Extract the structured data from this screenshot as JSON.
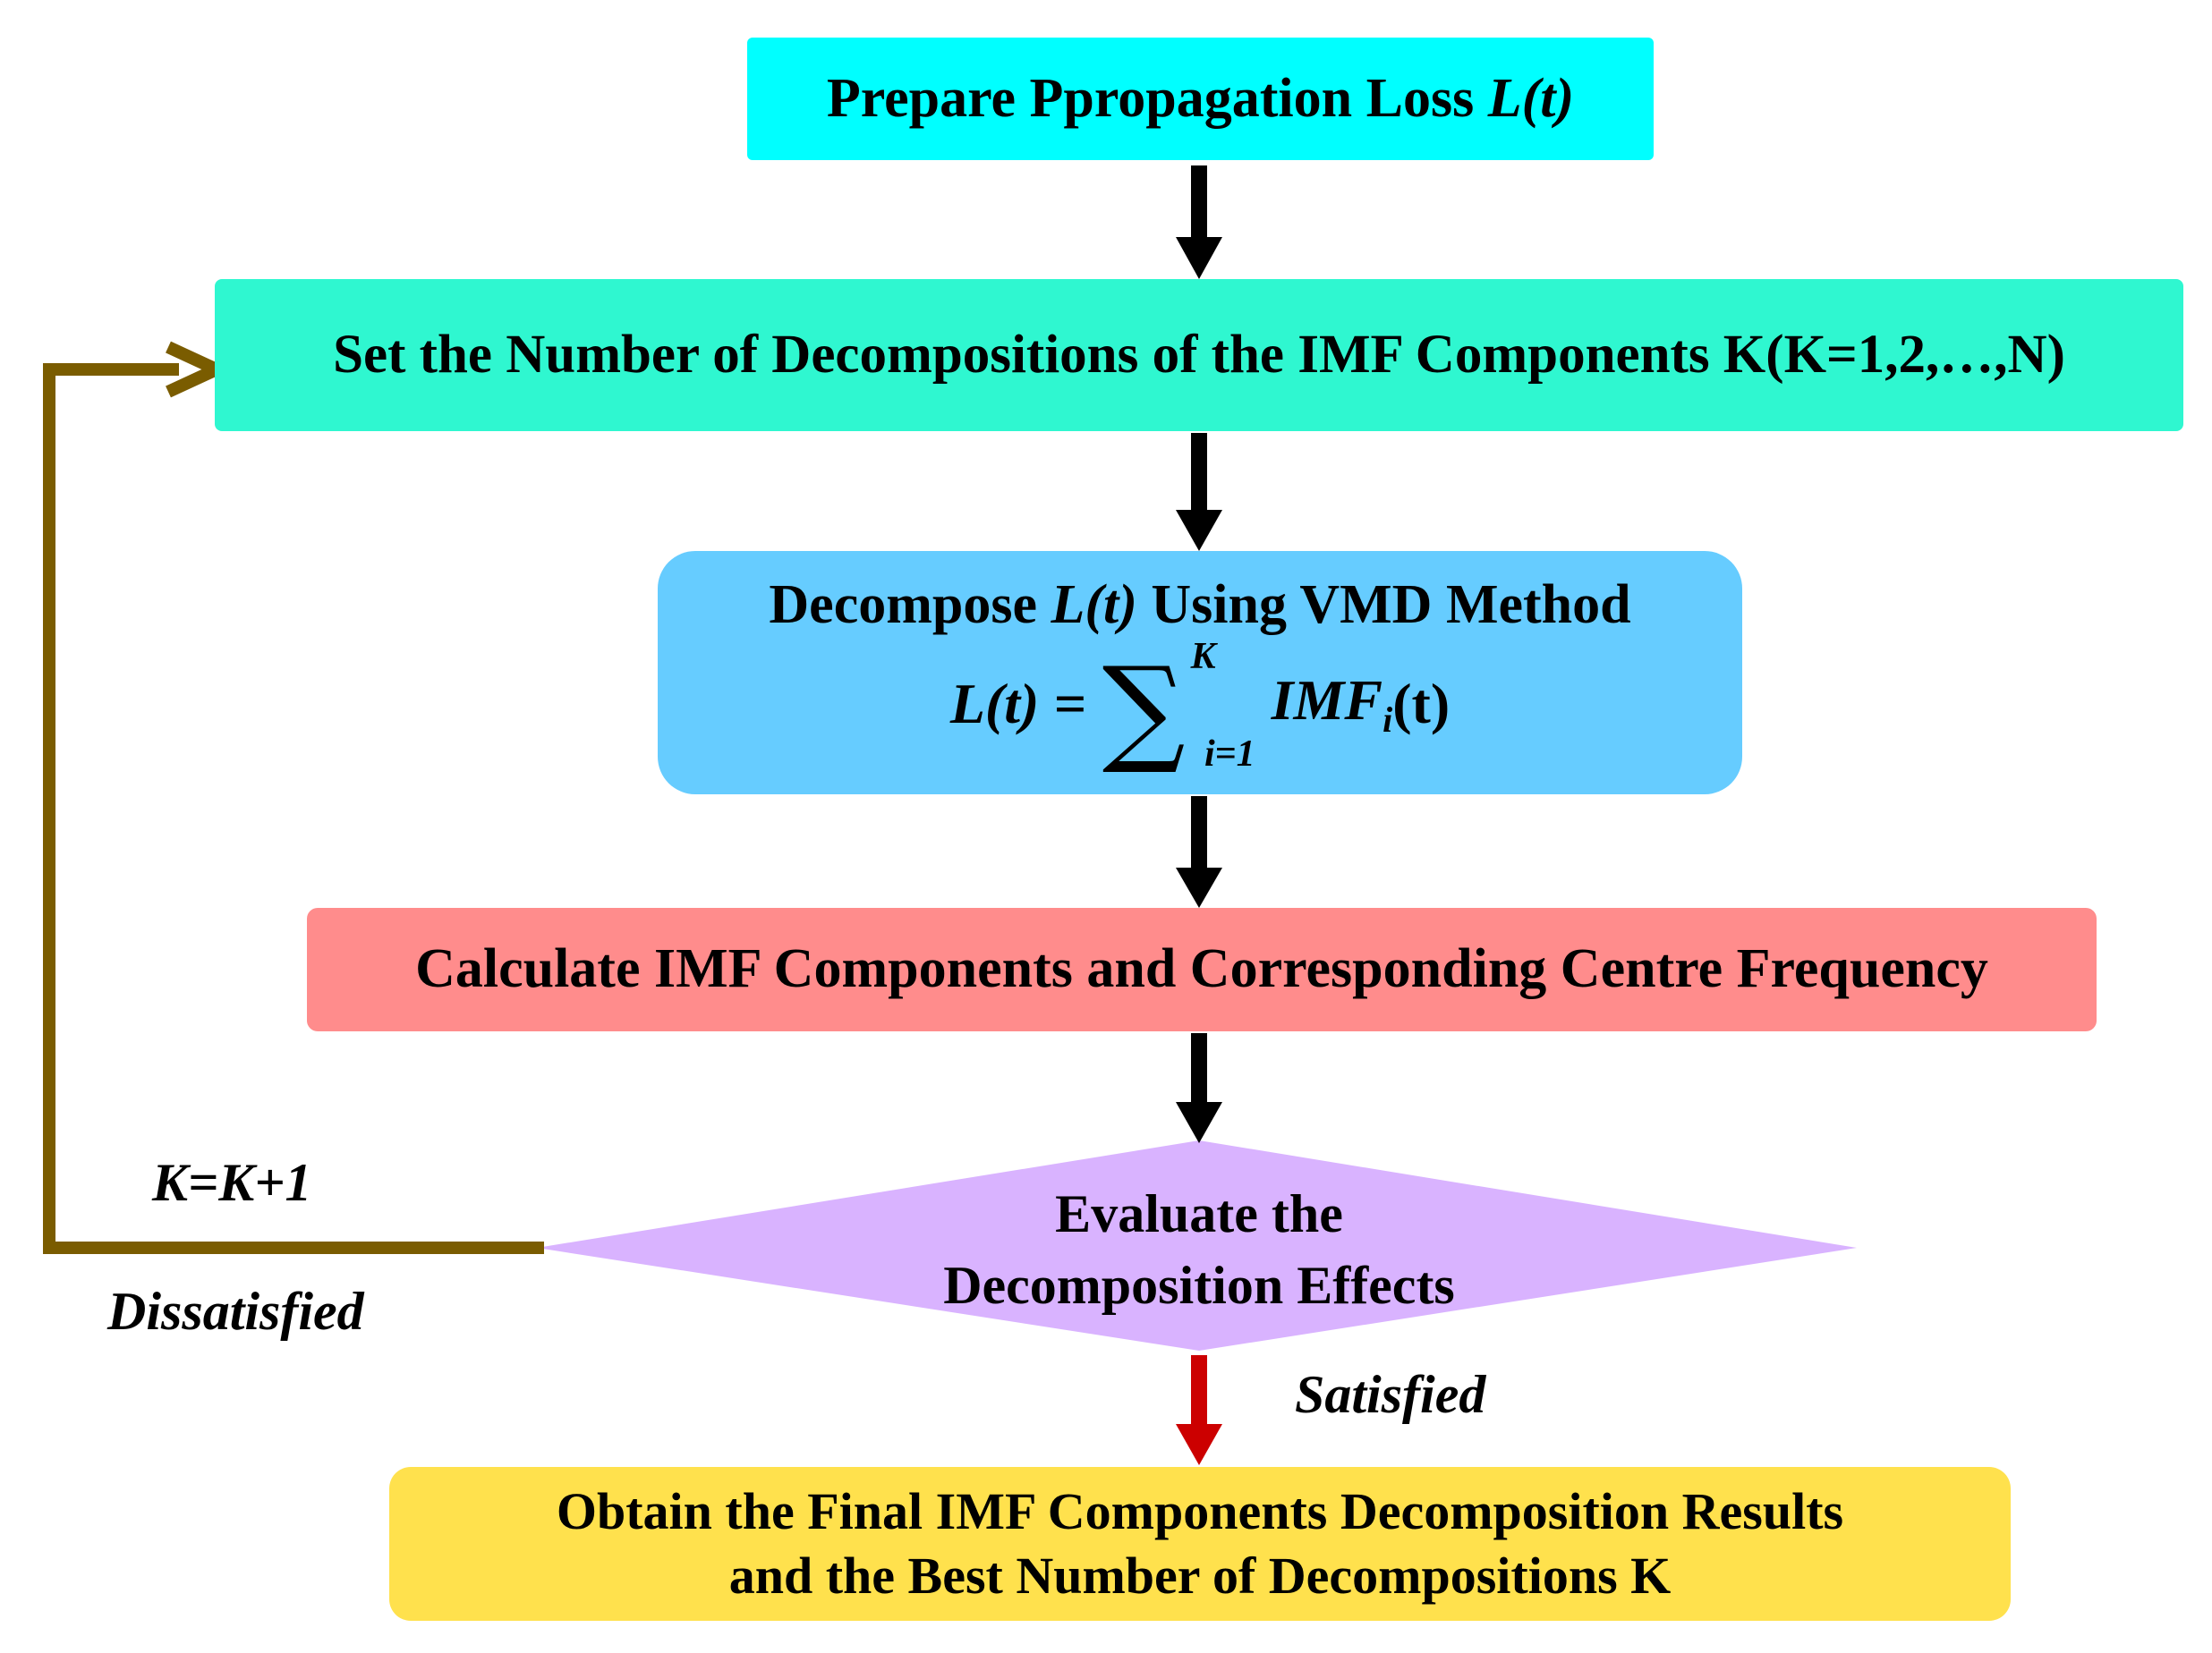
{
  "nodes": {
    "prepare": {
      "text": "Prepare Ppropagation Loss ",
      "math": "L(t)"
    },
    "set": {
      "text": "Set the Number of Decompositions of the IMF Components K(K=1,2,…,N)"
    },
    "decompose": {
      "line1_text": "Decompose ",
      "line1_math": "L(t)",
      "line1_tail": " Using VMD Method",
      "formula_lhs": "L(t) =",
      "formula_sigma": "∑",
      "formula_upper": "K",
      "formula_lower": "i=1",
      "formula_term": "IMF",
      "formula_term_sub": "i",
      "formula_arg": " (t)"
    },
    "calculate": {
      "text": "Calculate IMF Components and Corresponding Centre Frequency"
    },
    "evaluate": {
      "line1": "Evaluate the",
      "line2": "Decomposition Effects"
    },
    "obtain": {
      "line1": "Obtain the Final IMF Components Decomposition Results",
      "line2": "and the Best Number of Decompositions K"
    }
  },
  "labels": {
    "loop": "K=K+1",
    "dissatisfied": "Dissatisfied",
    "satisfied": "Satisfied"
  },
  "colors": {
    "prepare": "#00ffff",
    "set": "#2ff7d0",
    "decompose": "#66ccff",
    "calculate": "#ff8c8c",
    "evaluate": "#d9b3ff",
    "obtain": "#ffe14d",
    "arrow": "#000000",
    "arrow_satisfied": "#cc0000",
    "loop_arrow": "#7a5c00"
  }
}
